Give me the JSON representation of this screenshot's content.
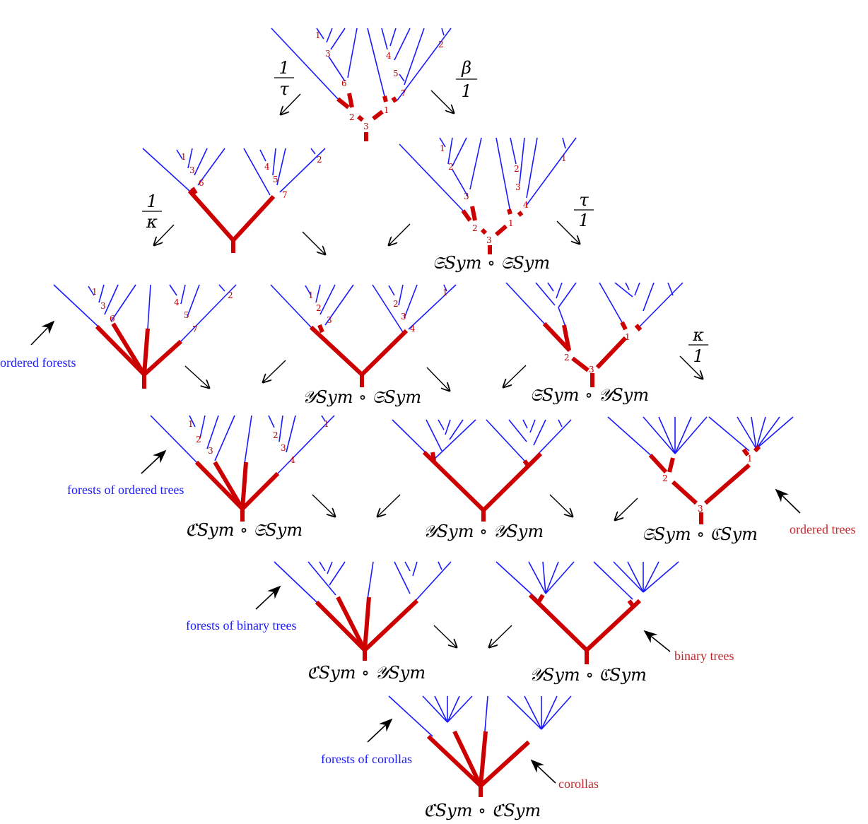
{
  "colors": {
    "blue": "#1a1aff",
    "red": "#cc0000",
    "label_red": "#c0282d",
    "black": "#000000"
  },
  "algebras": {
    "ss": "𝔖Sym ∘ 𝔖Sym",
    "ys_ss": "𝒴Sym ∘ 𝔖Sym",
    "ss_ys": "𝔖Sym ∘ 𝒴Sym",
    "cs_ss": "ℭSym ∘ 𝔖Sym",
    "ys_ys": "𝒴Sym ∘ 𝒴Sym",
    "ss_cs": "𝔖Sym ∘ ℭSym",
    "cs_ys": "ℭSym ∘ 𝒴Sym",
    "ys_cs": "𝒴Sym ∘ ℭSym",
    "cs_cs": "ℭSym ∘ ℭSym"
  },
  "annotations": {
    "ordered_forests": "ordered forests",
    "forests_ordered_trees": "forests of ordered trees",
    "ordered_trees": "ordered trees",
    "forests_binary_trees": "forests of binary trees",
    "binary_trees": "binary trees",
    "forests_corollas": "forests of corollas",
    "corollas": "corollas"
  },
  "maps": {
    "inv_tau": {
      "num": "1",
      "den": "τ"
    },
    "beta": {
      "num": "β",
      "den": "1"
    },
    "inv_kappa": {
      "num": "1",
      "den": "κ"
    },
    "tau": {
      "num": "τ",
      "den": "1"
    },
    "kappa": {
      "num": "κ",
      "den": "1"
    }
  }
}
